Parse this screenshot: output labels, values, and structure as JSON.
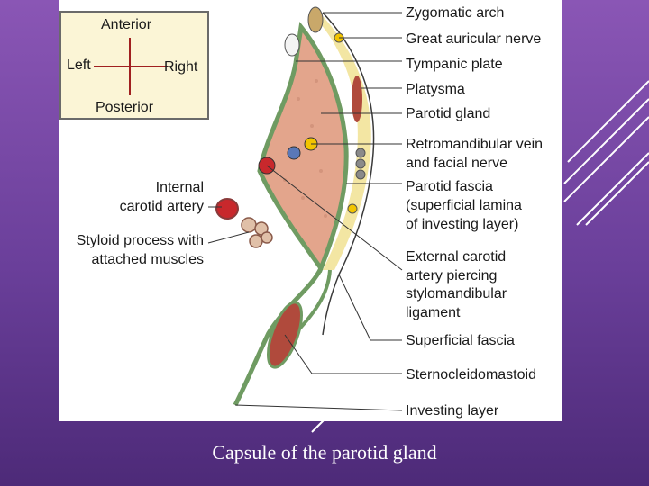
{
  "caption": "Capsule of the parotid gland",
  "orientation": {
    "anterior": "Anterior",
    "posterior": "Posterior",
    "left": "Left",
    "right": "Right"
  },
  "labels_right": [
    "Zygomatic arch",
    "Great auricular nerve",
    "Tympanic plate",
    "Platysma",
    "Parotid gland",
    "Retromandibular vein",
    "and facial nerve",
    "Parotid fascia",
    "(superficial lamina",
    "of investing layer)",
    "External carotid",
    "artery piercing",
    "stylomandibular",
    "ligament",
    "Superficial fascia",
    "Sternocleidomastoid",
    "Investing layer"
  ],
  "labels_left": [
    "Internal",
    "carotid artery",
    "Styloid process with",
    "attached muscles"
  ],
  "colors": {
    "background_top": "#8a56b5",
    "background_bottom": "#4d2a78",
    "gland": "#e3a58c",
    "fascia": "#6f9b62",
    "fat_layer": "#f3e6a3",
    "muscle": "#b04a3c",
    "artery": "#c8282c",
    "nerve": "#f2c400"
  }
}
